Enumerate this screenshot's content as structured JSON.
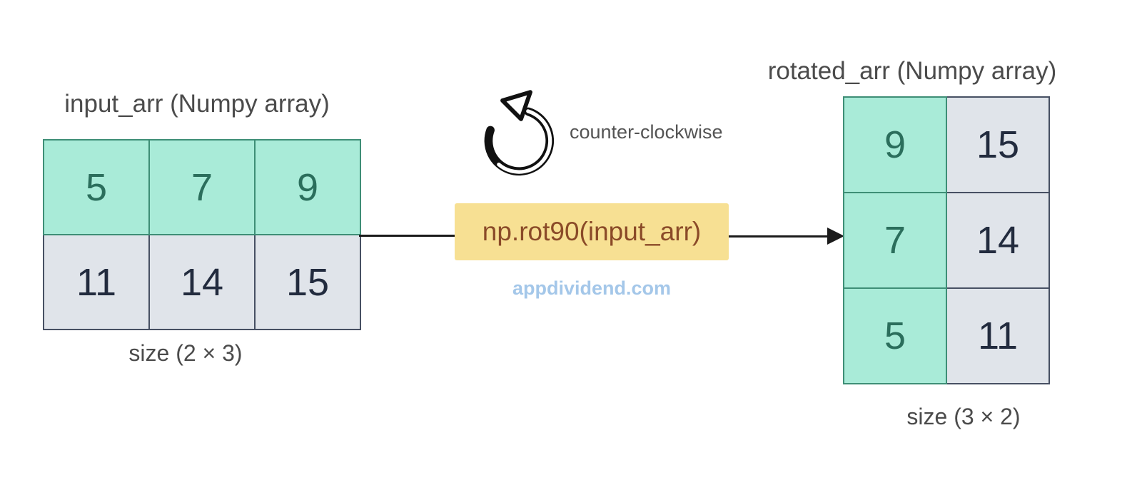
{
  "input_array": {
    "title": "input_arr (Numpy array)",
    "rows": [
      [
        "5",
        "7",
        "9"
      ],
      [
        "11",
        "14",
        "15"
      ]
    ],
    "teal_rows": [
      0
    ],
    "teal_cols": [],
    "size_label": "size (2 × 3)"
  },
  "transform": {
    "rotation_icon": "counter-clockwise-rotation-icon",
    "rotation_label": "counter-clockwise",
    "function_label": "np.rot90(input_arr)",
    "watermark": "appdividend.com"
  },
  "rotated_array": {
    "title": "rotated_arr (Numpy array)",
    "rows": [
      [
        "9",
        "15"
      ],
      [
        "7",
        "14"
      ],
      [
        "5",
        "11"
      ]
    ],
    "teal_rows": [],
    "teal_cols": [
      0
    ],
    "size_label": "size (3 × 2)"
  },
  "colors": {
    "teal_fill": "#a9ebd8",
    "teal_border": "#3e8e76",
    "teal_text": "#2b6e5c",
    "gray_fill": "#e0e4ea",
    "gray_border": "#475063",
    "gray_text": "#222b3e",
    "heading_text": "#4b4b4b",
    "label_text": "#545454",
    "box_fill": "#f7e093",
    "box_text": "#8a4a28",
    "watermark_text": "#a4c7e9",
    "line": "#1b1b1b",
    "icon_ink": "#111111"
  }
}
